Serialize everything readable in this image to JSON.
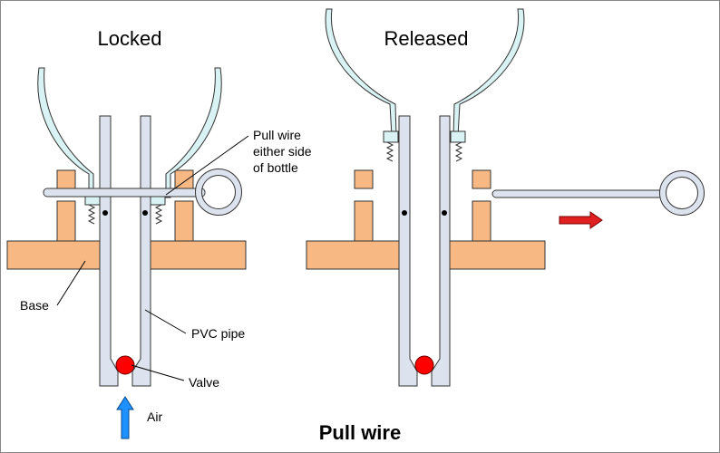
{
  "diagram": {
    "title": "Pull wire",
    "panels": {
      "locked": {
        "heading": "Locked"
      },
      "released": {
        "heading": "Released"
      }
    },
    "labels": {
      "pull_wire_line1": "Pull wire",
      "pull_wire_line2": "either side",
      "pull_wire_line3": "of bottle",
      "base": "Base",
      "pvc_pipe": "PVC pipe",
      "valve": "Valve",
      "air": "Air"
    },
    "colors": {
      "wood": "#f7b883",
      "pipe": "#dde3ee",
      "bottle": "#d9f2f4",
      "valve": "#ff0000",
      "air_arrow": "#1e90ff",
      "pull_arrow": "#e02020"
    }
  }
}
